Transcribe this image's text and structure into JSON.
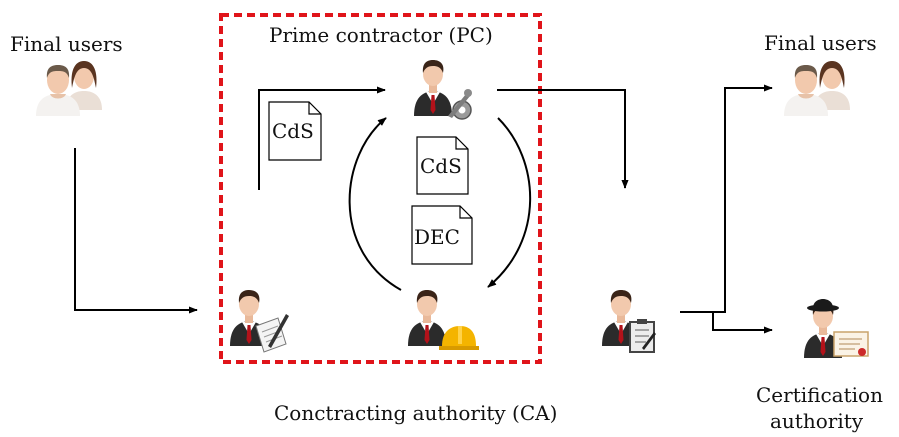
{
  "labels": {
    "final_users_left": "Final users",
    "prime_contractor": "Prime contractor (PC)",
    "final_users_right": "Final users",
    "contracting_authority": "Conctracting authority (CA)",
    "certification_line1": "Certification",
    "certification_line2": "authority"
  },
  "documents": {
    "cds_left": "CdS",
    "cds_center": "CdS",
    "dec_center": "DEC"
  },
  "icons": {
    "users_left": "users-pair-icon",
    "prime_contractor": "engineer-with-tools-icon",
    "writer": "person-writing-icon",
    "construction": "person-hardhat-icon",
    "validator": "person-clipboard-icon",
    "users_right": "users-pair-icon",
    "certifier": "person-bowler-hat-certificate-icon"
  },
  "colors": {
    "boundary": "#e0141a",
    "line": "#000000",
    "suit": "#2b2b2b",
    "tie": "#b3121a",
    "skin": "#f2c9ad",
    "hair": "#4a2d1c",
    "helmet": "#f4b400"
  }
}
